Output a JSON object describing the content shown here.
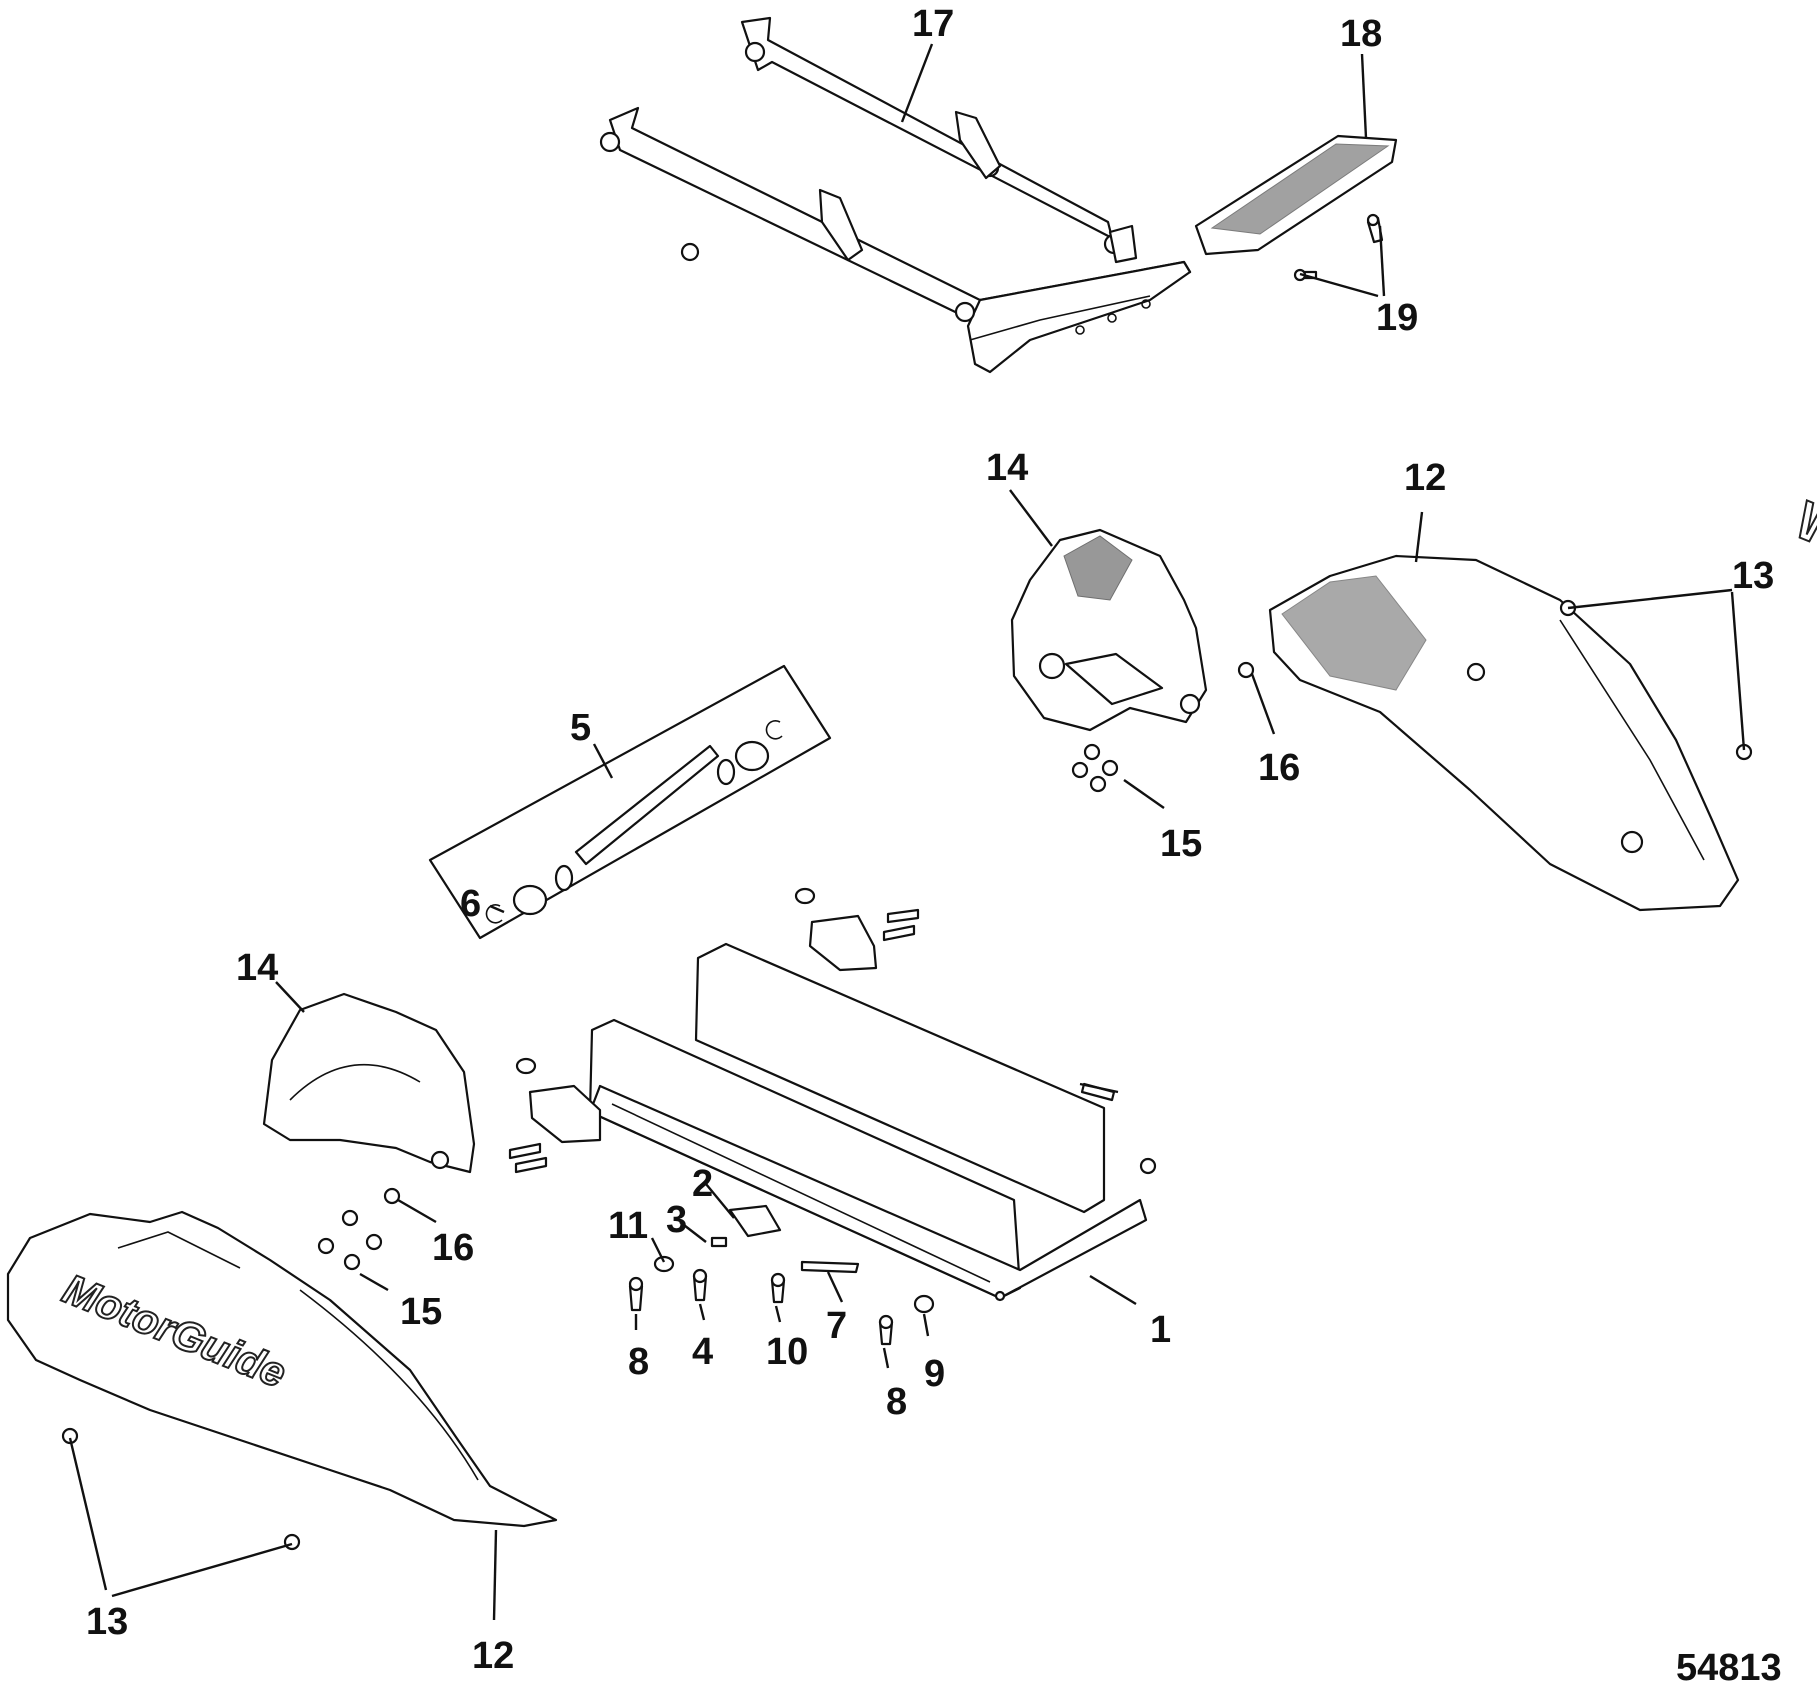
{
  "figure_number": "54813",
  "brand_mark": "MotorGuide",
  "callouts": {
    "c1": "1",
    "c2": "2",
    "c3": "3",
    "c4": "4",
    "c5": "5",
    "c6": "6",
    "c7": "7",
    "c8a": "8",
    "c8b": "8",
    "c9": "9",
    "c10": "10",
    "c11": "11",
    "c12a": "12",
    "c12b": "12",
    "c13a": "13",
    "c13b": "13",
    "c14a": "14",
    "c14b": "14",
    "c15a": "15",
    "c15b": "15",
    "c16a": "16",
    "c16b": "16",
    "c17": "17",
    "c18": "18",
    "c19": "19"
  }
}
